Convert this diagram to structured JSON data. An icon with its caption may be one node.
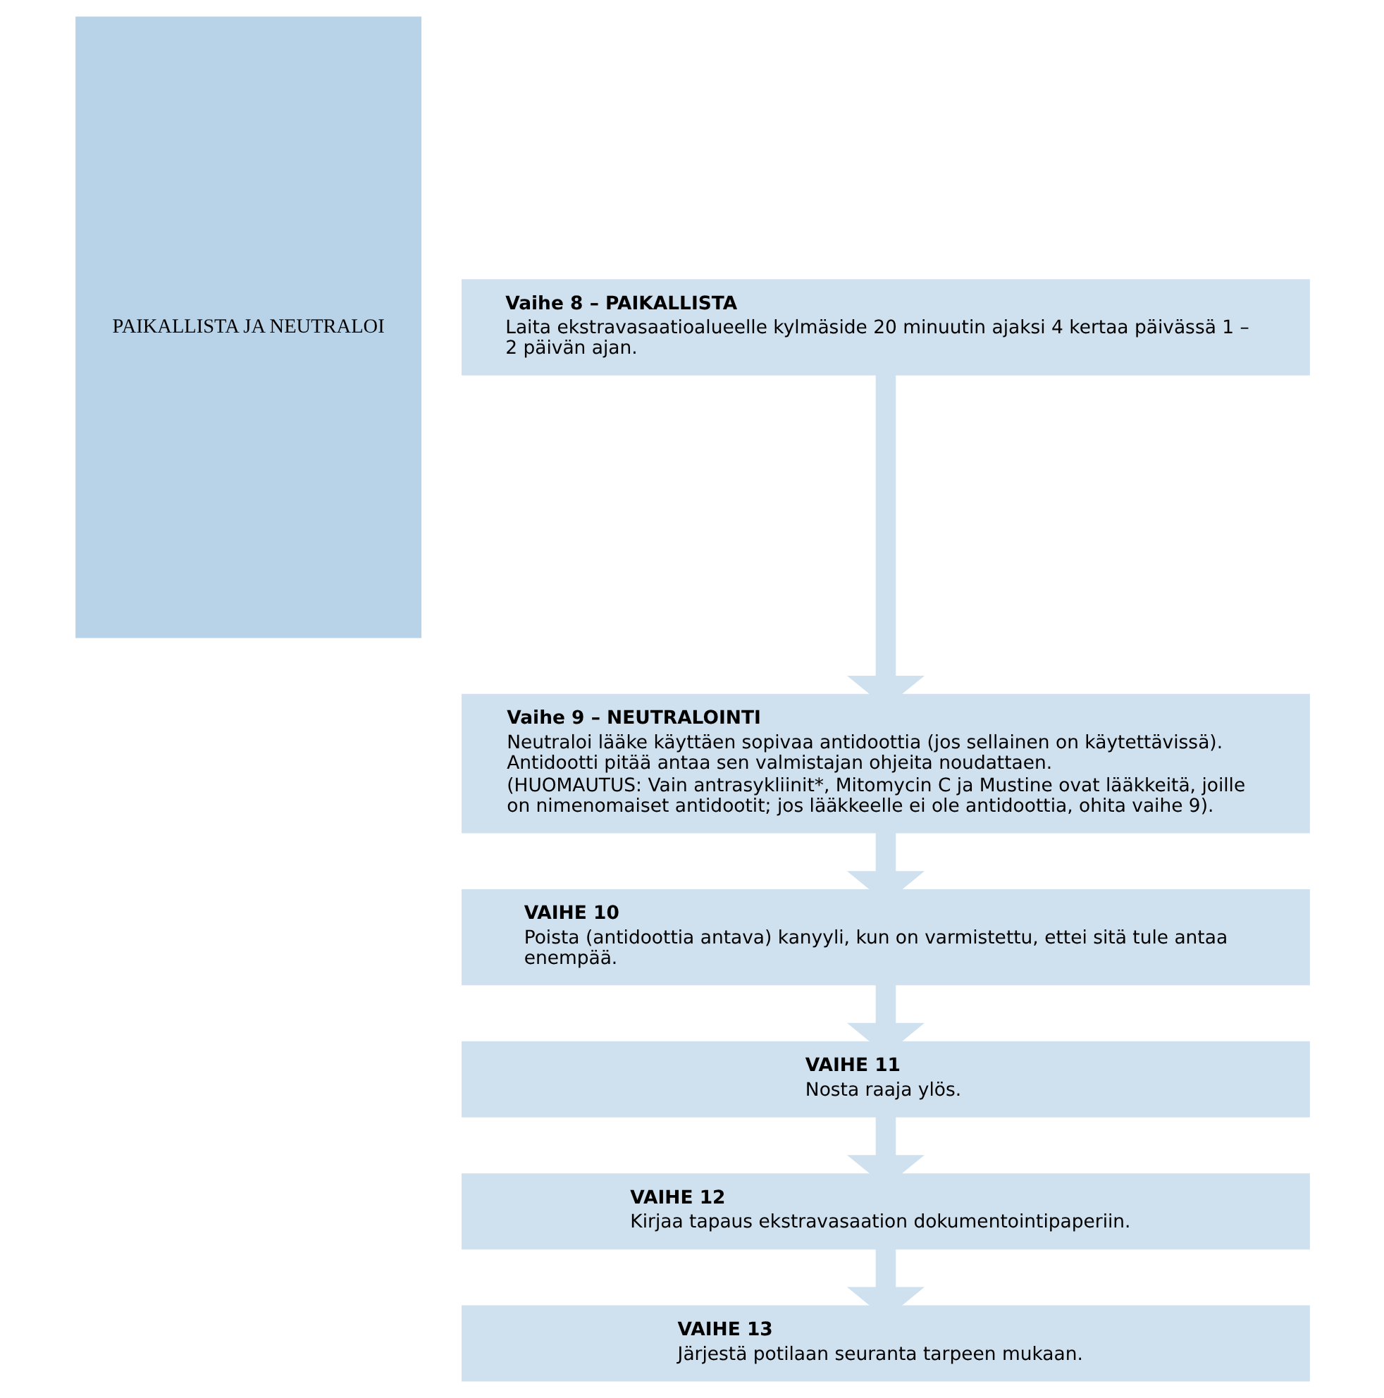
{
  "diagram": {
    "nodes": [
      {
        "text": [
          "PAIKALLISTA JA NEUTRALOI"
        ]
      },
      {
        "text": [
          "Vaihe 8 – PAIKALLISTA",
          "Laita ekstravasaatioalueelle kylmäside 20 minuutin ajaksi 4 kertaa päivässä 1 – 2 päivän ajan."
        ]
      },
      {
        "text": [
          "Vaihe 9 – NEUTRALOINTI",
          "Neutraloi lääke käyttäen sopivaa antidoottia (jos sellainen on käytettävissä). Antidootti pitää antaa sen valmistajan ohjeita noudattaen.",
          "(HUOMAUTUS: Vain antrasykliinit*, Mitomycin C ja Mustine ovat lääkkeitä, joille on nimenomaiset antidootit; jos lääkkeelle ei ole antidoottia, ohita vaihe 9)."
        ]
      },
      {
        "text": [
          "VAIHE 10",
          "Poista (antidoottia antava) kanyyli, kun on varmistettu, ettei sitä tule antaa enempää."
        ]
      },
      {
        "text": [
          "VAIHE 11",
          "Nosta raaja ylös."
        ]
      },
      {
        "text": [
          "VAIHE 12",
          "Kirjaa tapaus ekstravasaation dokumentointipaperiin."
        ]
      },
      {
        "text": [
          "VAIHE 13",
          "Järjestä potilaan seuranta tarpeen mukaan."
        ]
      }
    ],
    "edges": [
      {
        "from": 1,
        "to": 2,
        "arrow": "to"
      },
      {
        "from": 2,
        "to": 3,
        "arrow": "to"
      },
      {
        "from": 3,
        "to": 4,
        "arrow": "to"
      },
      {
        "from": 4,
        "to": 5,
        "arrow": "to"
      },
      {
        "from": 5,
        "to": 6,
        "arrow": "to"
      }
    ]
  }
}
